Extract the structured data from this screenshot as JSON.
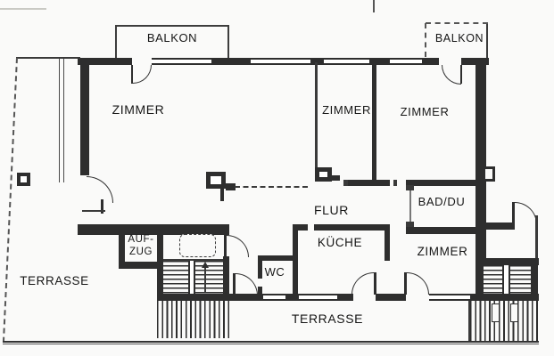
{
  "rooms": {
    "balkon_left": "BALKON",
    "balkon_right": "BALKON",
    "zimmer_large": "ZIMMER",
    "zimmer_middle": "ZIMMER",
    "zimmer_right": "ZIMMER",
    "zimmer_south": "ZIMMER",
    "flur": "FLUR",
    "kueche": "KÜCHE",
    "bad_du": "BAD/DU",
    "wc": "WC",
    "aufzug_line1": "AUF-",
    "aufzug_line2": "ZUG",
    "terrasse_left": "TERRASSE",
    "terrasse_south": "TERRASSE"
  },
  "colors": {
    "wall": "#2e2e2e",
    "line": "#3a3a3a",
    "text": "#161616",
    "background": "#fafaf9"
  }
}
